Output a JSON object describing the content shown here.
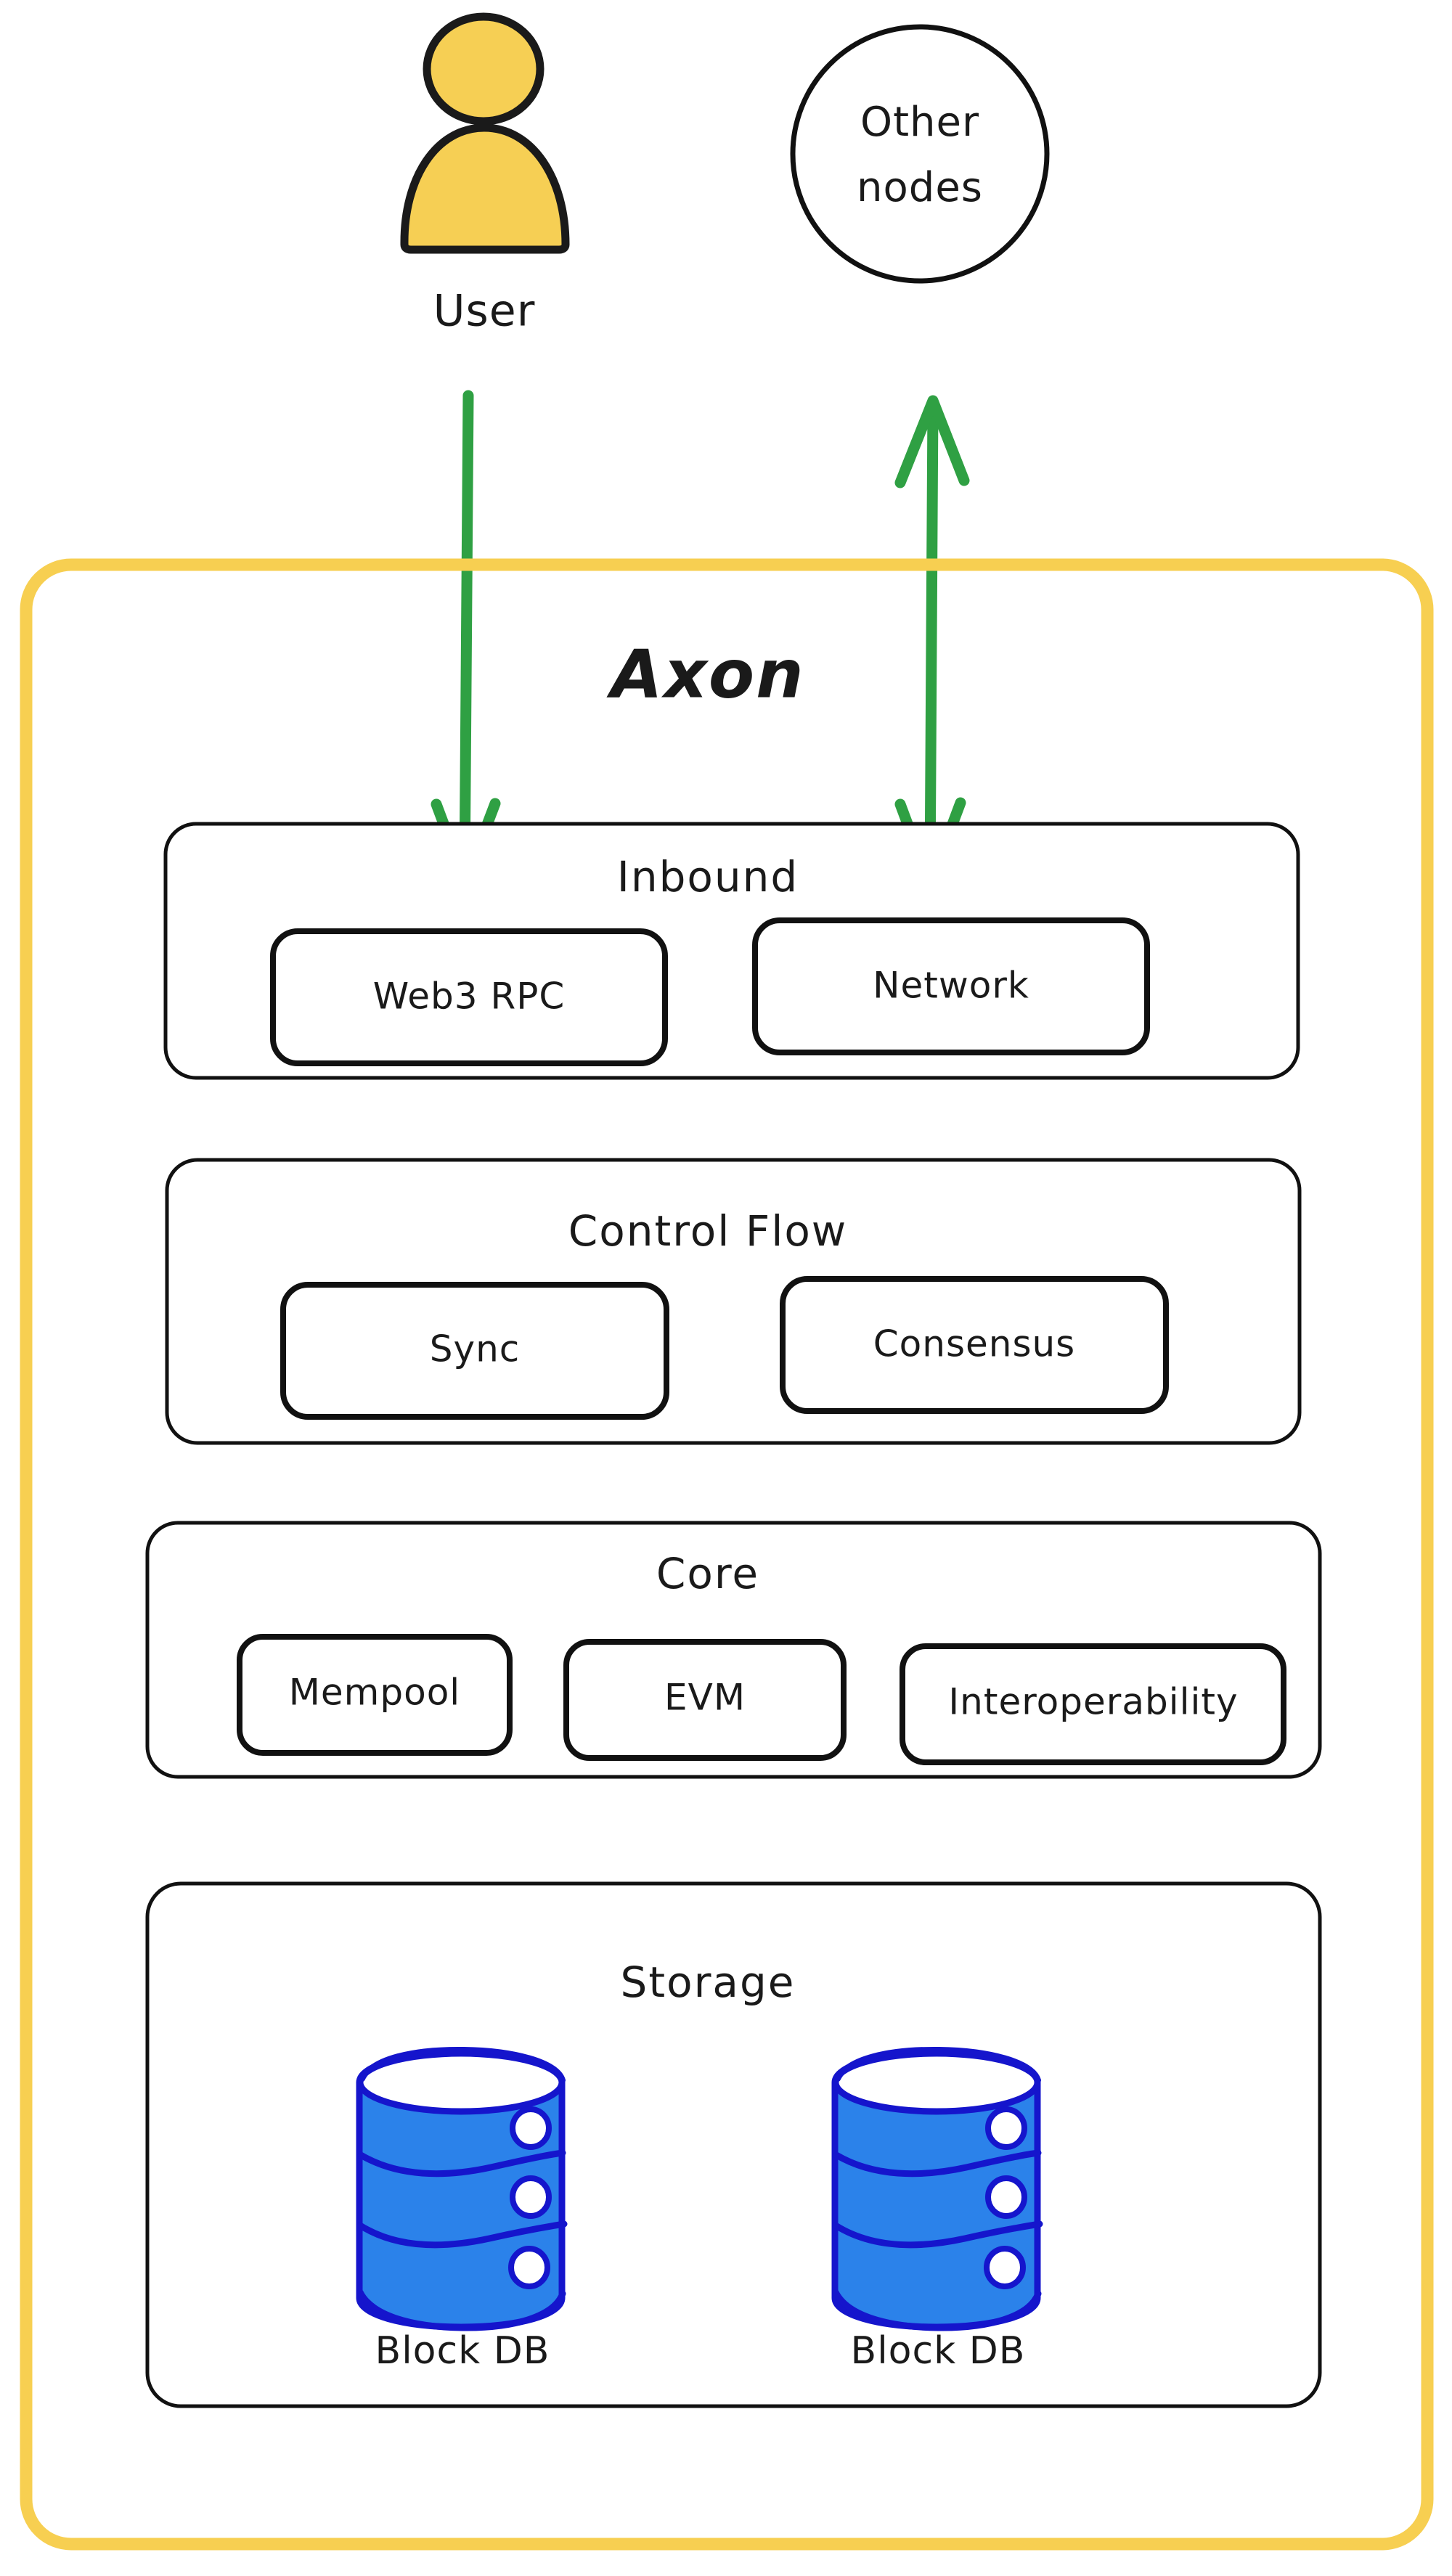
{
  "colors": {
    "app_border": "#F7CF51",
    "arrow_green": "#2FA043",
    "actor_yellow": "#F6CF54",
    "outline_dark": "#1A1A1A",
    "db_fill": "#2B82EA",
    "db_stroke": "#1515CC",
    "background": "#FFFFFF"
  },
  "actors": {
    "user": {
      "label": "User",
      "icon": "user-person-icon"
    },
    "other_nodes": {
      "label_line1": "Other",
      "label_line2": "nodes",
      "shape": "circle"
    }
  },
  "connections": [
    {
      "name": "user-to-inbound",
      "from": "User",
      "to": "Web3 RPC",
      "direction": "down",
      "color": "#2FA043"
    },
    {
      "name": "other-nodes-to-network",
      "from": "Other nodes",
      "to": "Network",
      "direction": "bidirectional",
      "color": "#2FA043"
    }
  ],
  "app": {
    "title": "Axon",
    "sections": [
      {
        "name": "inbound",
        "title": "Inbound",
        "modules": [
          {
            "name": "web3-rpc",
            "label": "Web3 RPC"
          },
          {
            "name": "network",
            "label": "Network"
          }
        ]
      },
      {
        "name": "control-flow",
        "title": "Control Flow",
        "modules": [
          {
            "name": "sync",
            "label": "Sync"
          },
          {
            "name": "consensus",
            "label": "Consensus"
          }
        ]
      },
      {
        "name": "core",
        "title": "Core",
        "modules": [
          {
            "name": "mempool",
            "label": "Mempool"
          },
          {
            "name": "evm",
            "label": "EVM"
          },
          {
            "name": "interoperability",
            "label": "Interoperability"
          }
        ]
      },
      {
        "name": "storage",
        "title": "Storage",
        "databases": [
          {
            "name": "block-db-1",
            "label": "Block DB",
            "segments": 3
          },
          {
            "name": "block-db-2",
            "label": "Block DB",
            "segments": 3
          }
        ]
      }
    ]
  }
}
